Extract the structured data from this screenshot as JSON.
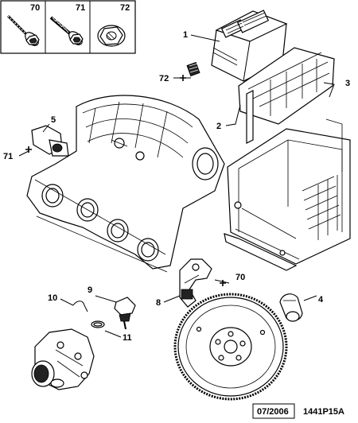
{
  "legend_box": {
    "items": [
      {
        "ref": "70",
        "icon": "flanged-bolt-icon"
      },
      {
        "ref": "71",
        "icon": "self-tapping-screw-icon"
      },
      {
        "ref": "72",
        "icon": "flanged-nut-icon"
      }
    ]
  },
  "callouts": {
    "c1": "1",
    "c2": "2",
    "c3": "3",
    "c4": "4",
    "c5": "5",
    "c8": "8",
    "c9": "9",
    "c10": "10",
    "c11": "11",
    "c70": "70",
    "c71": "71",
    "c72": "72"
  },
  "footer": {
    "date": "07/2006",
    "ref": "1441P15A"
  }
}
